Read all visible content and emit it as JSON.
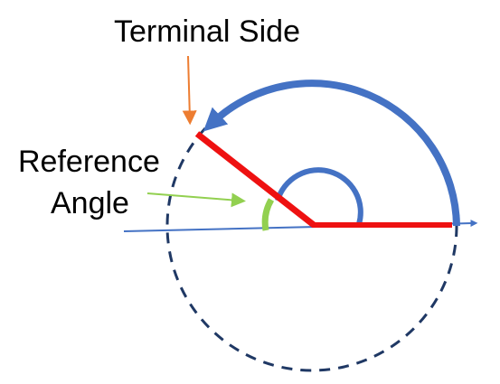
{
  "labels": {
    "terminal_side": "Terminal Side",
    "reference_angle_line1": "Reference",
    "reference_angle_line2": "Angle"
  },
  "colors": {
    "terminal_side": "#ee1111",
    "rotation_arrow": "#4472c4",
    "reference_arc": "#92d050",
    "circle": "#1f3864",
    "axis": "#4472c4",
    "terminal_pointer": "#ed7d31",
    "reference_pointer": "#92d050",
    "label_text": "#000000"
  }
}
